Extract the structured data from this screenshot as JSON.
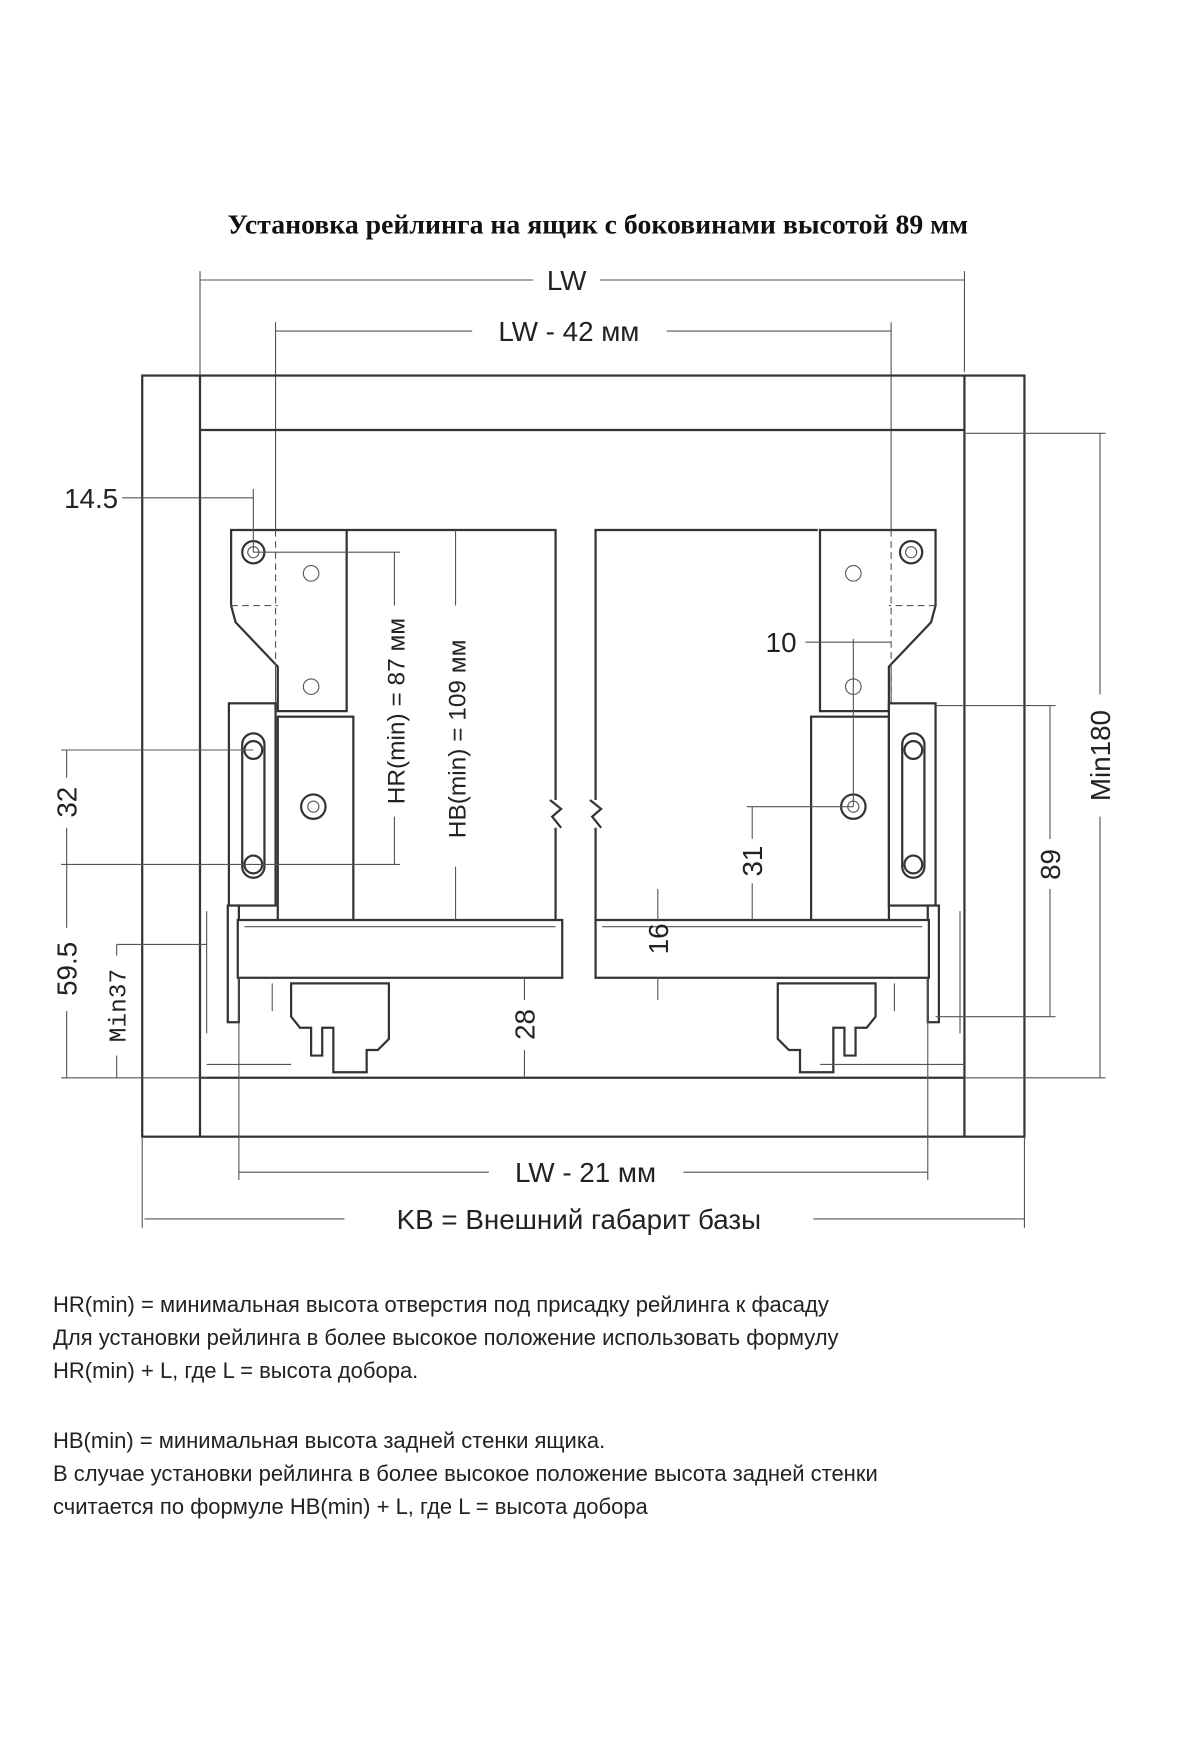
{
  "title": "Установка рейлинга на ящик с боковинами высотой 89 мм",
  "dimensions": {
    "lw": "LW",
    "lw42": "LW - 42 мм",
    "lw21": "LW - 21 мм",
    "kb": "KB = Внешний габарит базы",
    "d14_5": "14.5",
    "d32": "32",
    "d59_5": "59.5",
    "min37": "Min37",
    "hr": "HR(min) = 87 мм",
    "hb": "HB(min) = 109 мм",
    "d28": "28",
    "d10": "10",
    "d31": "31",
    "d16": "16",
    "d89": "89",
    "min180": "Min180"
  },
  "notes": {
    "hr_lines": [
      "HR(min) = минимальная высота отверстия под присадку рейлинга к фасаду",
      "Для установки рейлинга в более высокое положение использовать формулу",
      "HR(min) + L,  где L = высота добора."
    ],
    "hb_lines": [
      "HB(min) = минимальная высота задней стенки ящика.",
      "В случае установки рейлинга в более высокое положение высота задней стенки",
      "считается по формуле HB(min) + L, где L = высота добора"
    ]
  }
}
